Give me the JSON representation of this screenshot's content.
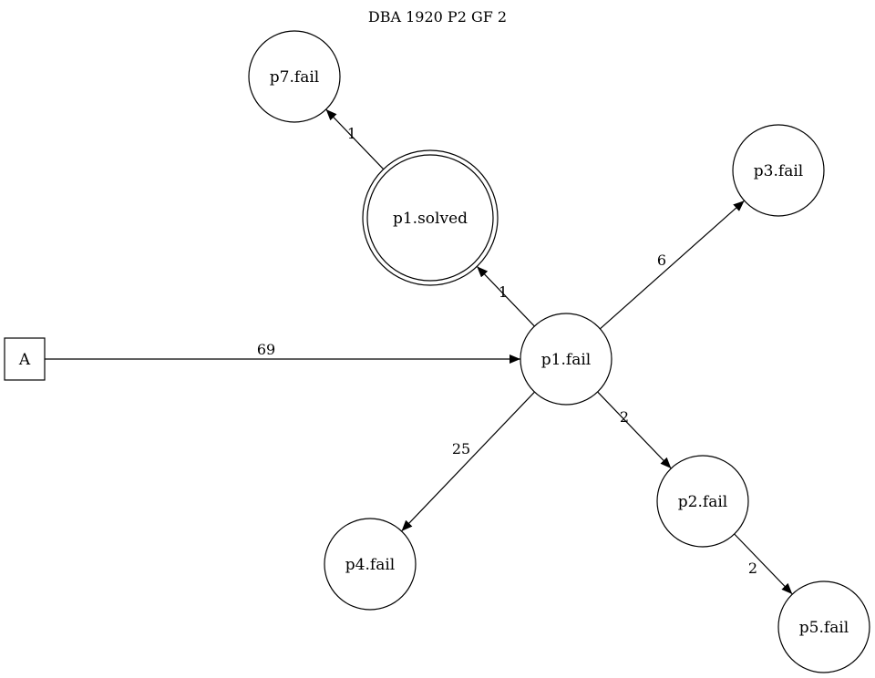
{
  "diagram": {
    "title": "DBA 1920 P2 GF 2",
    "nodes": [
      {
        "id": "A",
        "label": "A",
        "shape": "box"
      },
      {
        "id": "p1_fail",
        "label": "p1.fail",
        "shape": "circle"
      },
      {
        "id": "p1_solved",
        "label": "p1.solved",
        "shape": "doublecircle"
      },
      {
        "id": "p7_fail",
        "label": "p7.fail",
        "shape": "circle"
      },
      {
        "id": "p3_fail",
        "label": "p3.fail",
        "shape": "circle"
      },
      {
        "id": "p2_fail",
        "label": "p2.fail",
        "shape": "circle"
      },
      {
        "id": "p4_fail",
        "label": "p4.fail",
        "shape": "circle"
      },
      {
        "id": "p5_fail",
        "label": "p5.fail",
        "shape": "circle"
      }
    ],
    "edges": [
      {
        "from": "A",
        "to": "p1_fail",
        "label": "69"
      },
      {
        "from": "p1_fail",
        "to": "p1_solved",
        "label": "1"
      },
      {
        "from": "p1_solved",
        "to": "p7_fail",
        "label": "1"
      },
      {
        "from": "p1_fail",
        "to": "p3_fail",
        "label": "6"
      },
      {
        "from": "p1_fail",
        "to": "p2_fail",
        "label": "2"
      },
      {
        "from": "p1_fail",
        "to": "p4_fail",
        "label": "25"
      },
      {
        "from": "p2_fail",
        "to": "p5_fail",
        "label": "2"
      }
    ]
  }
}
